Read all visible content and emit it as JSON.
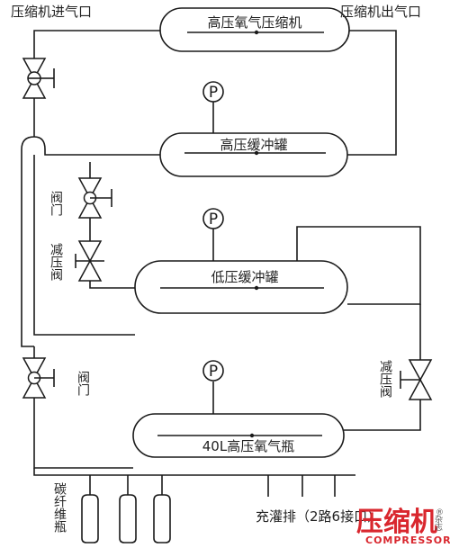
{
  "labels": {
    "compressor_inlet": "压缩机进气口",
    "compressor_outlet": "压缩机出气口",
    "compressor": "高压氧气压缩机",
    "hp_buffer": "高压缓冲罐",
    "lp_buffer": "低压缓冲罐",
    "bottle": "40L高压氧气瓶",
    "valve_left": "阀门",
    "reducer_left": "减压阀",
    "valve_lower": "阀门",
    "reducer_right": "减压阀",
    "carbon_cyl": "碳纤维瓶",
    "filling": "充灌排（2路6接口）",
    "gauge_symbol": "P"
  },
  "logo": {
    "main": "压缩机",
    "side": "杂志",
    "sub": "COMPRESSOR",
    "reg": "®"
  }
}
